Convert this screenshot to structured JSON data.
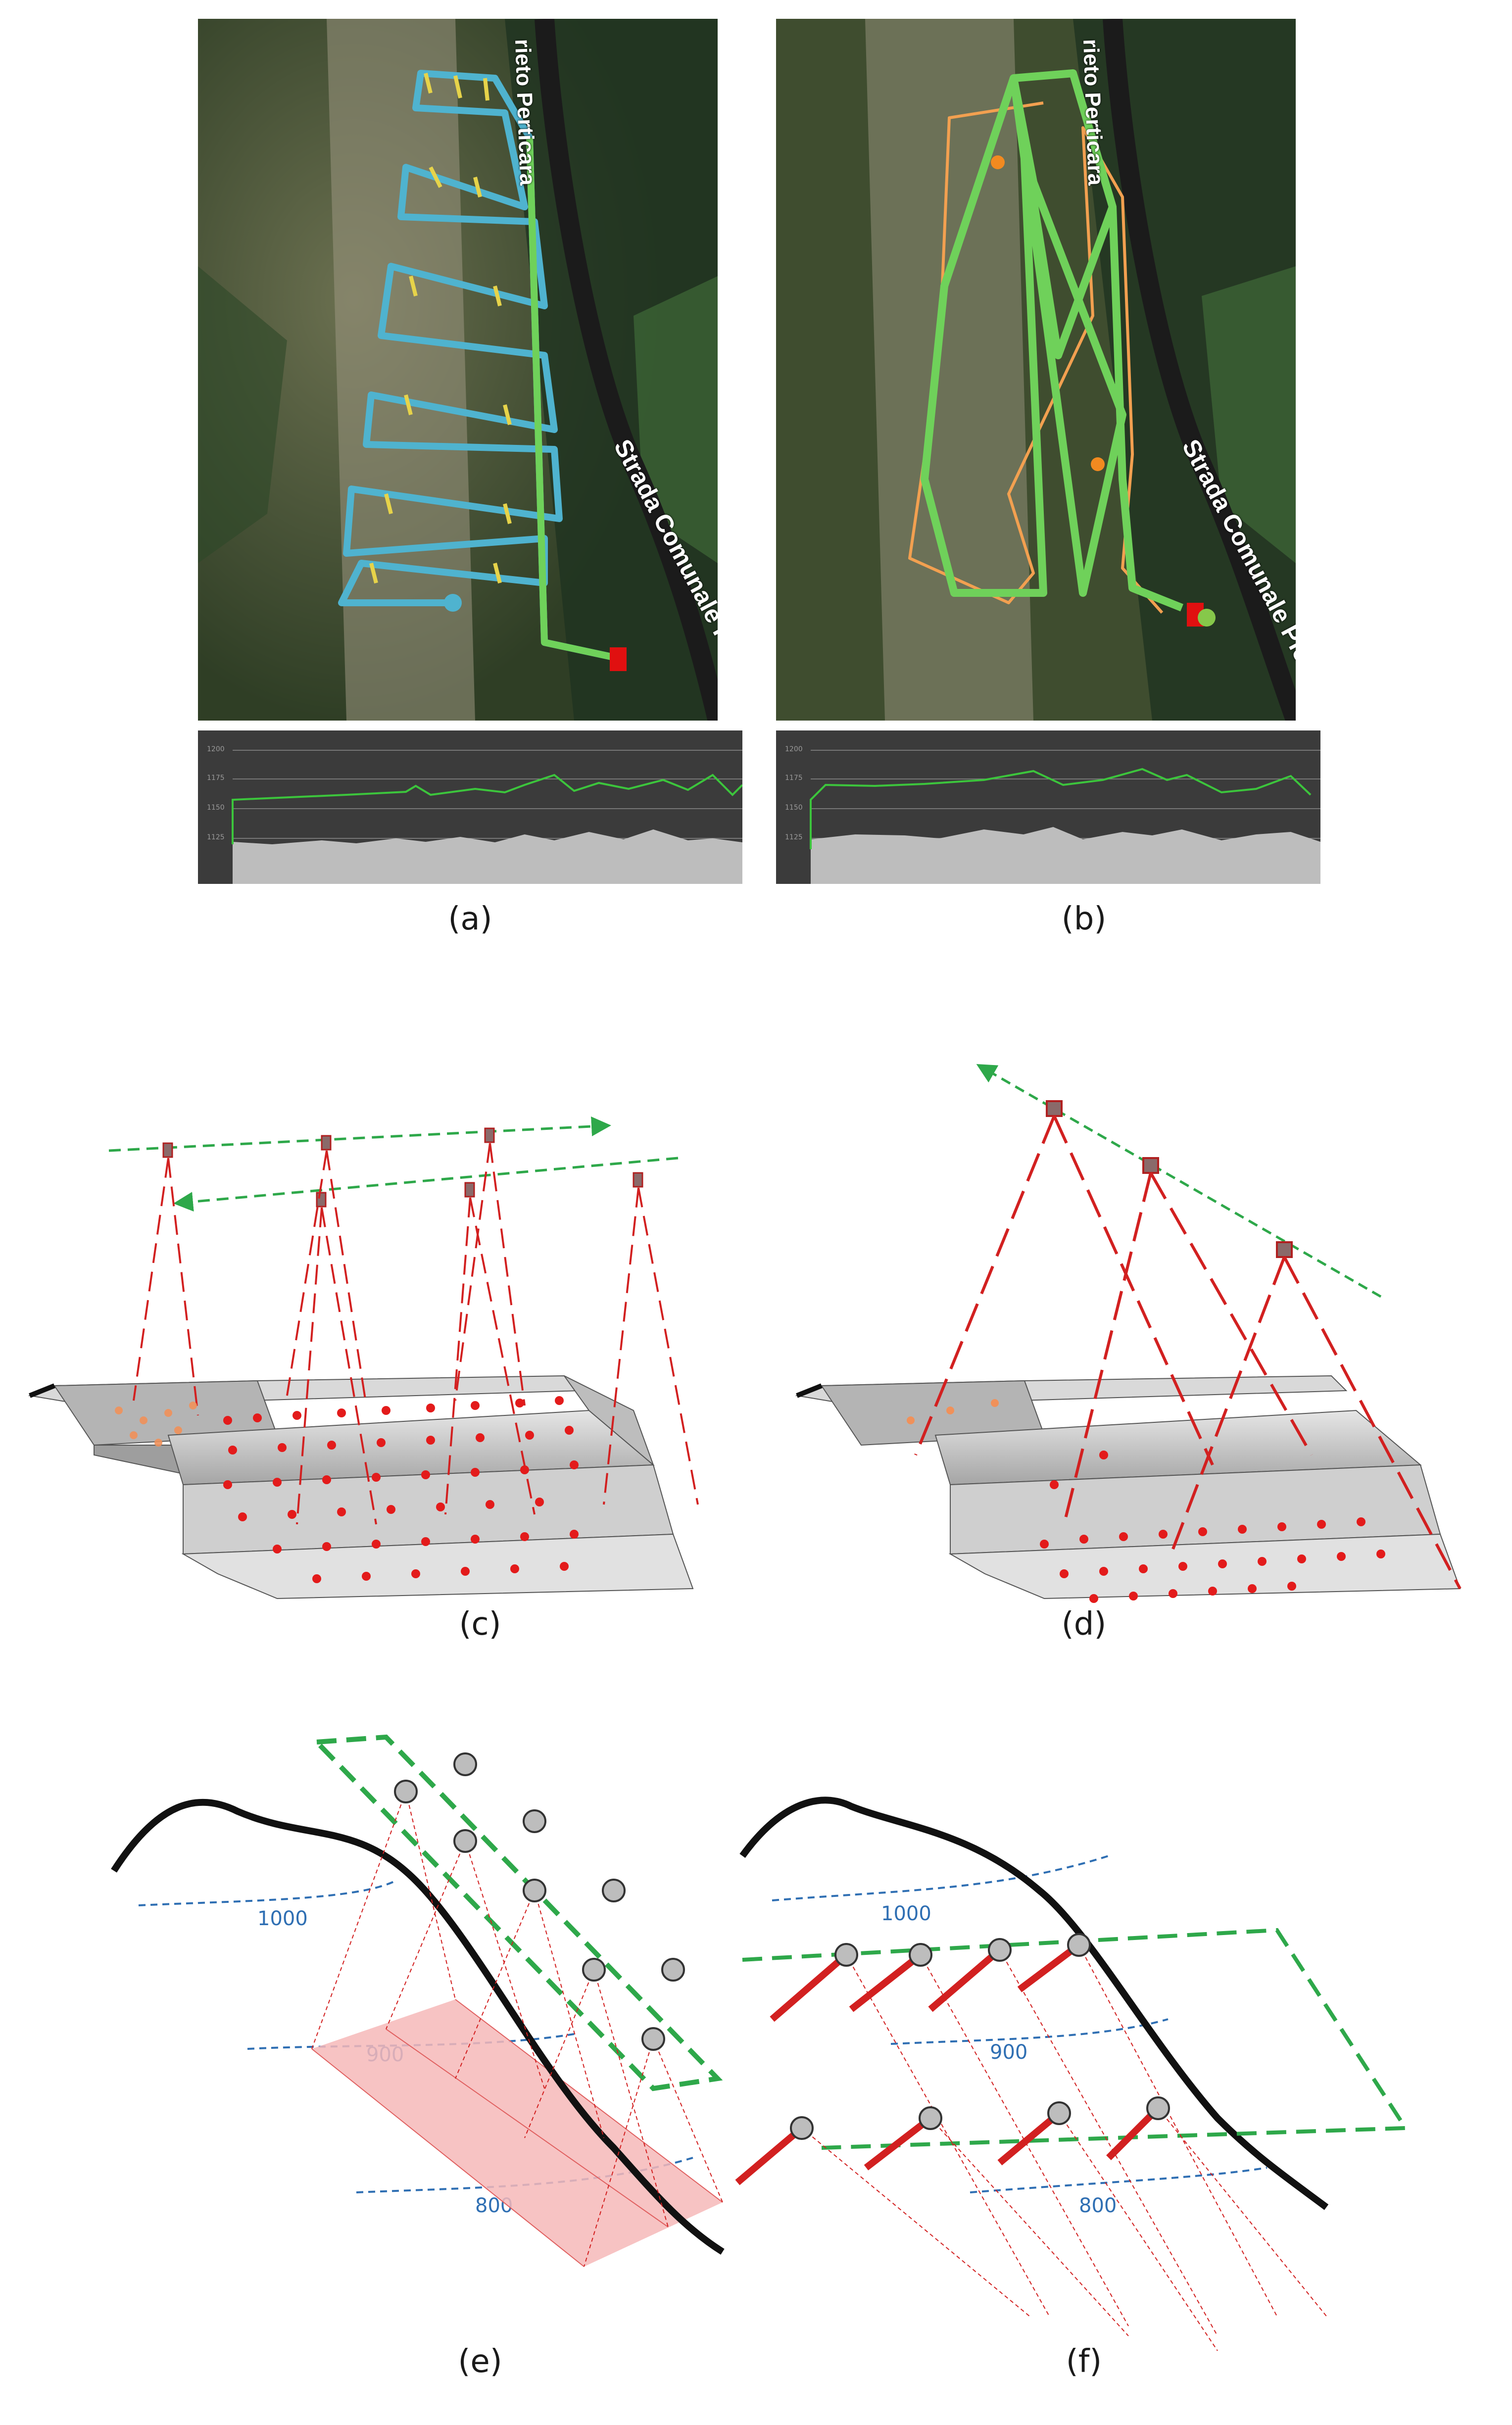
{
  "captions": {
    "a": "(a)",
    "b": "(b)",
    "c": "(c)",
    "d": "(d)",
    "e": "(e)",
    "f": "(f)"
  },
  "map_a": {
    "road_top": "rieto Perticara",
    "road_side": "Strada Comunale Pietraper"
  },
  "map_b": {
    "road_top": "rieto Perticara",
    "road_side": "Strada Comunale Pietraper"
  },
  "profile_ticks": [
    "1200",
    "1175",
    "1150",
    "1125"
  ],
  "diagram_c": {
    "icon_label": "(c)"
  },
  "contours_e": [
    "1000",
    "900",
    "800"
  ],
  "contours_f": [
    "1000",
    "900",
    "800"
  ],
  "colors": {
    "flight_path": "#6fd15a",
    "flight_path_blue": "#4fb3cf",
    "camera_ray": "#d22020",
    "flight_line": "#2ea84a",
    "contour": "#2f6fb3",
    "terrain": "#111111"
  }
}
